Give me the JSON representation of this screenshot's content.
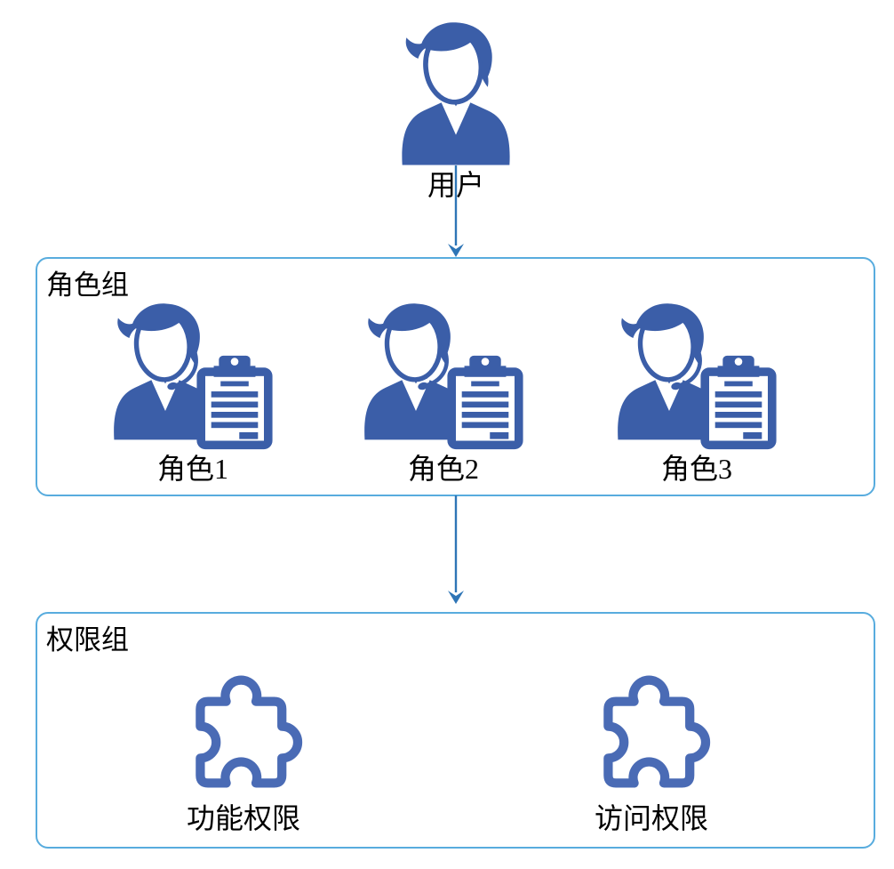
{
  "colors": {
    "person_fill": "#3B5EA8",
    "puzzle_stroke": "#4A6BB5",
    "box_border": "#58ACDE",
    "arrow": "#2E75B6",
    "text": "#000000",
    "bg": "#FFFFFF"
  },
  "diagram": {
    "user": {
      "label": "用户",
      "icon": "person-icon"
    },
    "role_group": {
      "title": "角色组",
      "items": [
        {
          "label": "角色1",
          "icon": "person-clipboard-icon"
        },
        {
          "label": "角色2",
          "icon": "person-clipboard-icon"
        },
        {
          "label": "角色3",
          "icon": "person-clipboard-icon"
        }
      ]
    },
    "permission_group": {
      "title": "权限组",
      "items": [
        {
          "label": "功能权限",
          "icon": "puzzle-piece-icon"
        },
        {
          "label": "访问权限",
          "icon": "puzzle-piece-icon"
        }
      ]
    },
    "arrows": [
      {
        "from": "user",
        "to": "role_group",
        "style": "down-arrow"
      },
      {
        "from": "role_group",
        "to": "permission_group",
        "style": "down-arrow"
      }
    ]
  }
}
